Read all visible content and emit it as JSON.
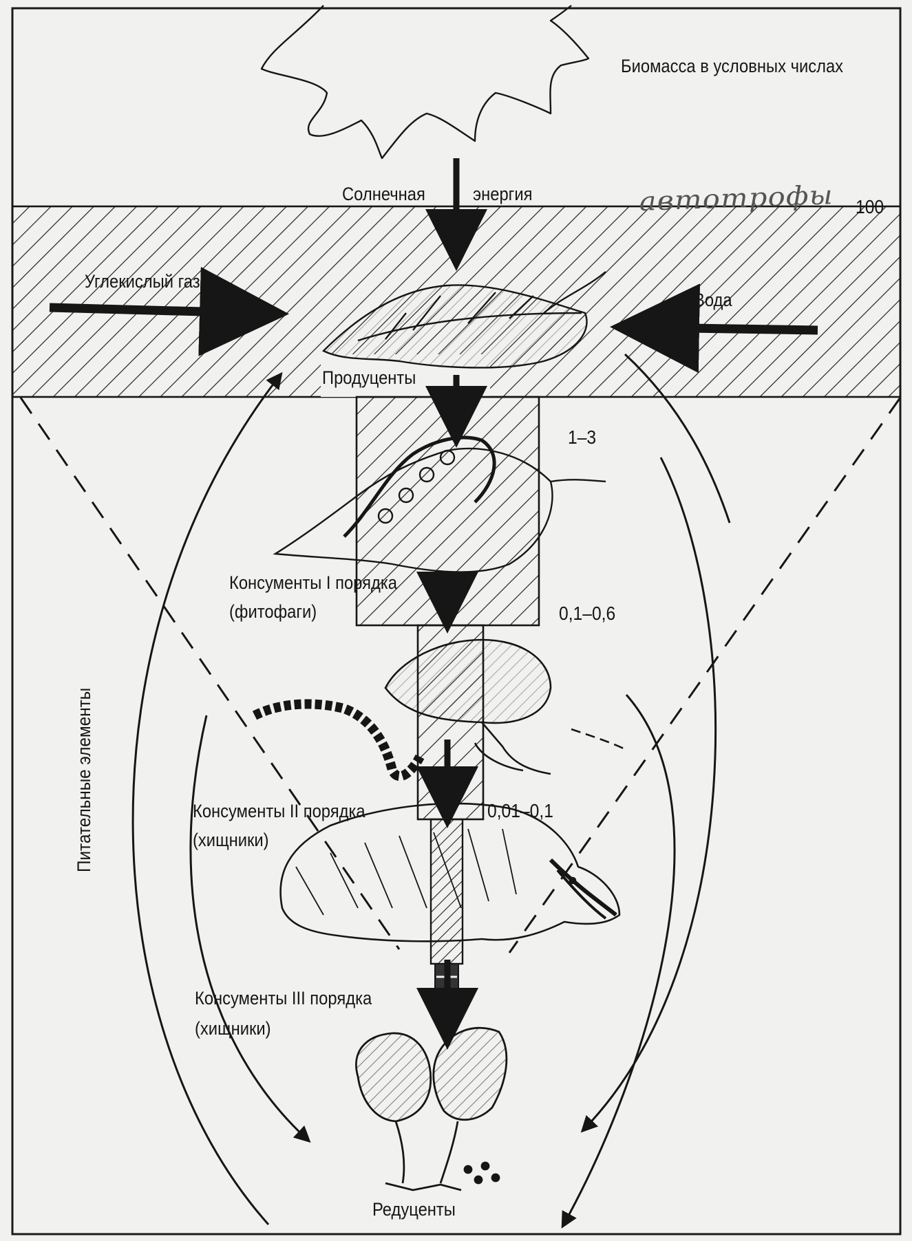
{
  "labels": {
    "biomass_title": "Биомасса в условных числах",
    "solar_energy_1": "Солнечная",
    "solar_energy_2": "энергия",
    "handwritten": "автотрофы",
    "carbon_dioxide": "Углекислый газ",
    "water": "Вода",
    "producers": "Продуценты",
    "consumers_1": "Консументы I порядка",
    "consumers_1_note": "(фитофаги)",
    "consumers_2": "Консументы II порядка",
    "consumers_2_note": "(хищники)",
    "consumers_3": "Консументы III порядка",
    "consumers_3_note": "(хищники)",
    "nutrients": "Питательные элементы",
    "reducers": "Редуценты"
  },
  "biomass_values": {
    "producers": "100",
    "consumers_1": "1–3",
    "consumers_2": "0,1–0,6",
    "consumers_3": "0,01–0,1"
  },
  "icons": [
    "sun-icon",
    "leaf-icon",
    "caterpillar-on-leaf-icon",
    "beetle-eating-larva-icon",
    "badger-icon",
    "mushrooms-icon"
  ],
  "colors": {
    "ink": "#161616",
    "paper": "#f1f1ef",
    "hatch": "#222222"
  }
}
